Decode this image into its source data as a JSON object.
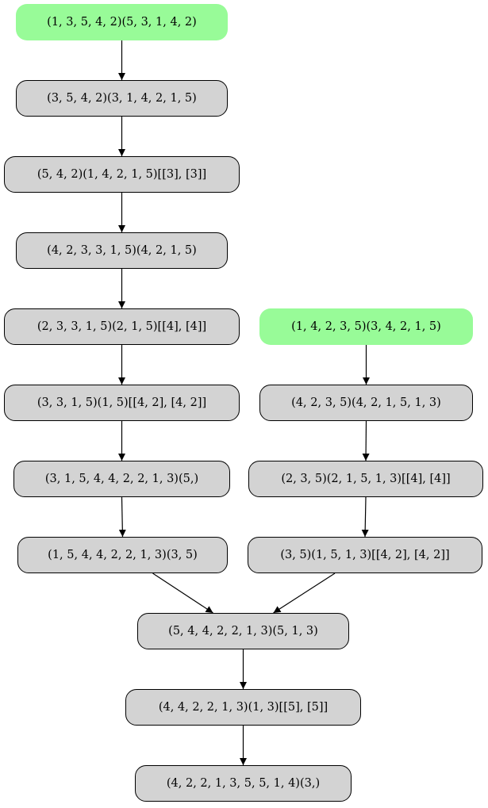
{
  "root_color": "#98fb98",
  "node_color": "#d3d3d3",
  "nodes": {
    "n1": "(1, 3, 5, 4, 2)(5, 3, 1, 4, 2)",
    "n2": "(3, 5, 4, 2)(3, 1, 4, 2, 1, 5)",
    "n3": "(5, 4, 2)(1, 4, 2, 1, 5)[[3], [3]]",
    "n4": "(4, 2, 3, 3, 1, 5)(4, 2, 1, 5)",
    "n5": "(2, 3, 3, 1, 5)(2, 1, 5)[[4], [4]]",
    "n6": "(3, 3, 1, 5)(1, 5)[[4, 2], [4, 2]]",
    "n7": "(3, 1, 5, 4, 4, 2, 2, 1, 3)(5,)",
    "n8": "(1, 5, 4, 4, 2, 2, 1, 3)(3, 5)",
    "m1": "(1, 4, 2, 3, 5)(3, 4, 2, 1, 5)",
    "m2": "(4, 2, 3, 5)(4, 2, 1, 5, 1, 3)",
    "m3": "(2, 3, 5)(2, 1, 5, 1, 3)[[4], [4]]",
    "m4": "(3, 5)(1, 5, 1, 3)[[4, 2], [4, 2]]",
    "j1": "(5, 4, 4, 2, 2, 1, 3)(5, 1, 3)",
    "j2": "(4, 4, 2, 2, 1, 3)(1, 3)[[5], [5]]",
    "j3": "(4, 2, 2, 1, 3, 5, 5, 1, 4)(3,)"
  },
  "edges": [
    [
      "n1",
      "n2"
    ],
    [
      "n2",
      "n3"
    ],
    [
      "n3",
      "n4"
    ],
    [
      "n4",
      "n5"
    ],
    [
      "n5",
      "n6"
    ],
    [
      "n6",
      "n7"
    ],
    [
      "n7",
      "n8"
    ],
    [
      "n8",
      "j1"
    ],
    [
      "m1",
      "m2"
    ],
    [
      "m2",
      "m3"
    ],
    [
      "m3",
      "m4"
    ],
    [
      "m4",
      "j1"
    ],
    [
      "j1",
      "j2"
    ],
    [
      "j2",
      "j3"
    ]
  ]
}
